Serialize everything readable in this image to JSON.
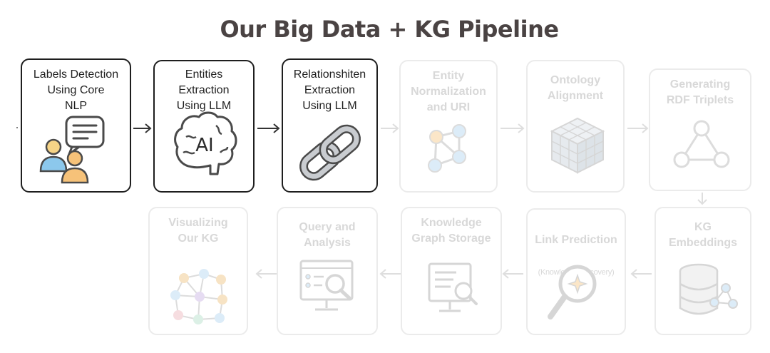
{
  "title": "Our Big Data + KG Pipeline",
  "steps": [
    {
      "label": "Labels Detection\nUsing Core\nNLP",
      "icon": "chat-users-icon",
      "state": "active"
    },
    {
      "label": "Entities Extraction\nUsing LLM",
      "icon": "ai-brain-icon",
      "icon_text": "AI",
      "state": "active"
    },
    {
      "label": "Relationshiten\nExtraction\nUsing LLM",
      "icon": "chain-link-icon",
      "state": "active"
    },
    {
      "label": "Entity\nNormalization\nand URI",
      "icon": "graph-nodes-icon",
      "state": "faded"
    },
    {
      "label": "Ontology\nAlignment",
      "icon": "cube-grid-icon",
      "state": "faded"
    },
    {
      "label": "Generating\nRDF Triplets",
      "icon": "triangle-graph-icon",
      "state": "faded"
    },
    {
      "label": "KG\nEmbeddings",
      "icon": "database-graph-icon",
      "state": "faded"
    },
    {
      "label": "Link Prediction",
      "sublabel": "(Knowledge Discovery)",
      "icon": "magnifier-sparkle-icon",
      "state": "faded"
    },
    {
      "label": "Knowledge\nGraph Storage",
      "icon": "document-search-icon",
      "state": "faded"
    },
    {
      "label": "Query and\nAnalysis",
      "icon": "monitor-search-icon",
      "state": "faded"
    },
    {
      "label": "Visualizing\nOur KG",
      "icon": "network-graph-icon",
      "state": "faded"
    }
  ],
  "colors": {
    "active_border": "#1e1e1e",
    "faded_border": "#ebebeb",
    "faded_text": "#d8d8d8",
    "title": "#4a4343",
    "icon_blue": "#8cc8ec",
    "icon_orange": "#f6c279",
    "icon_gray": "#5a5a5a"
  }
}
